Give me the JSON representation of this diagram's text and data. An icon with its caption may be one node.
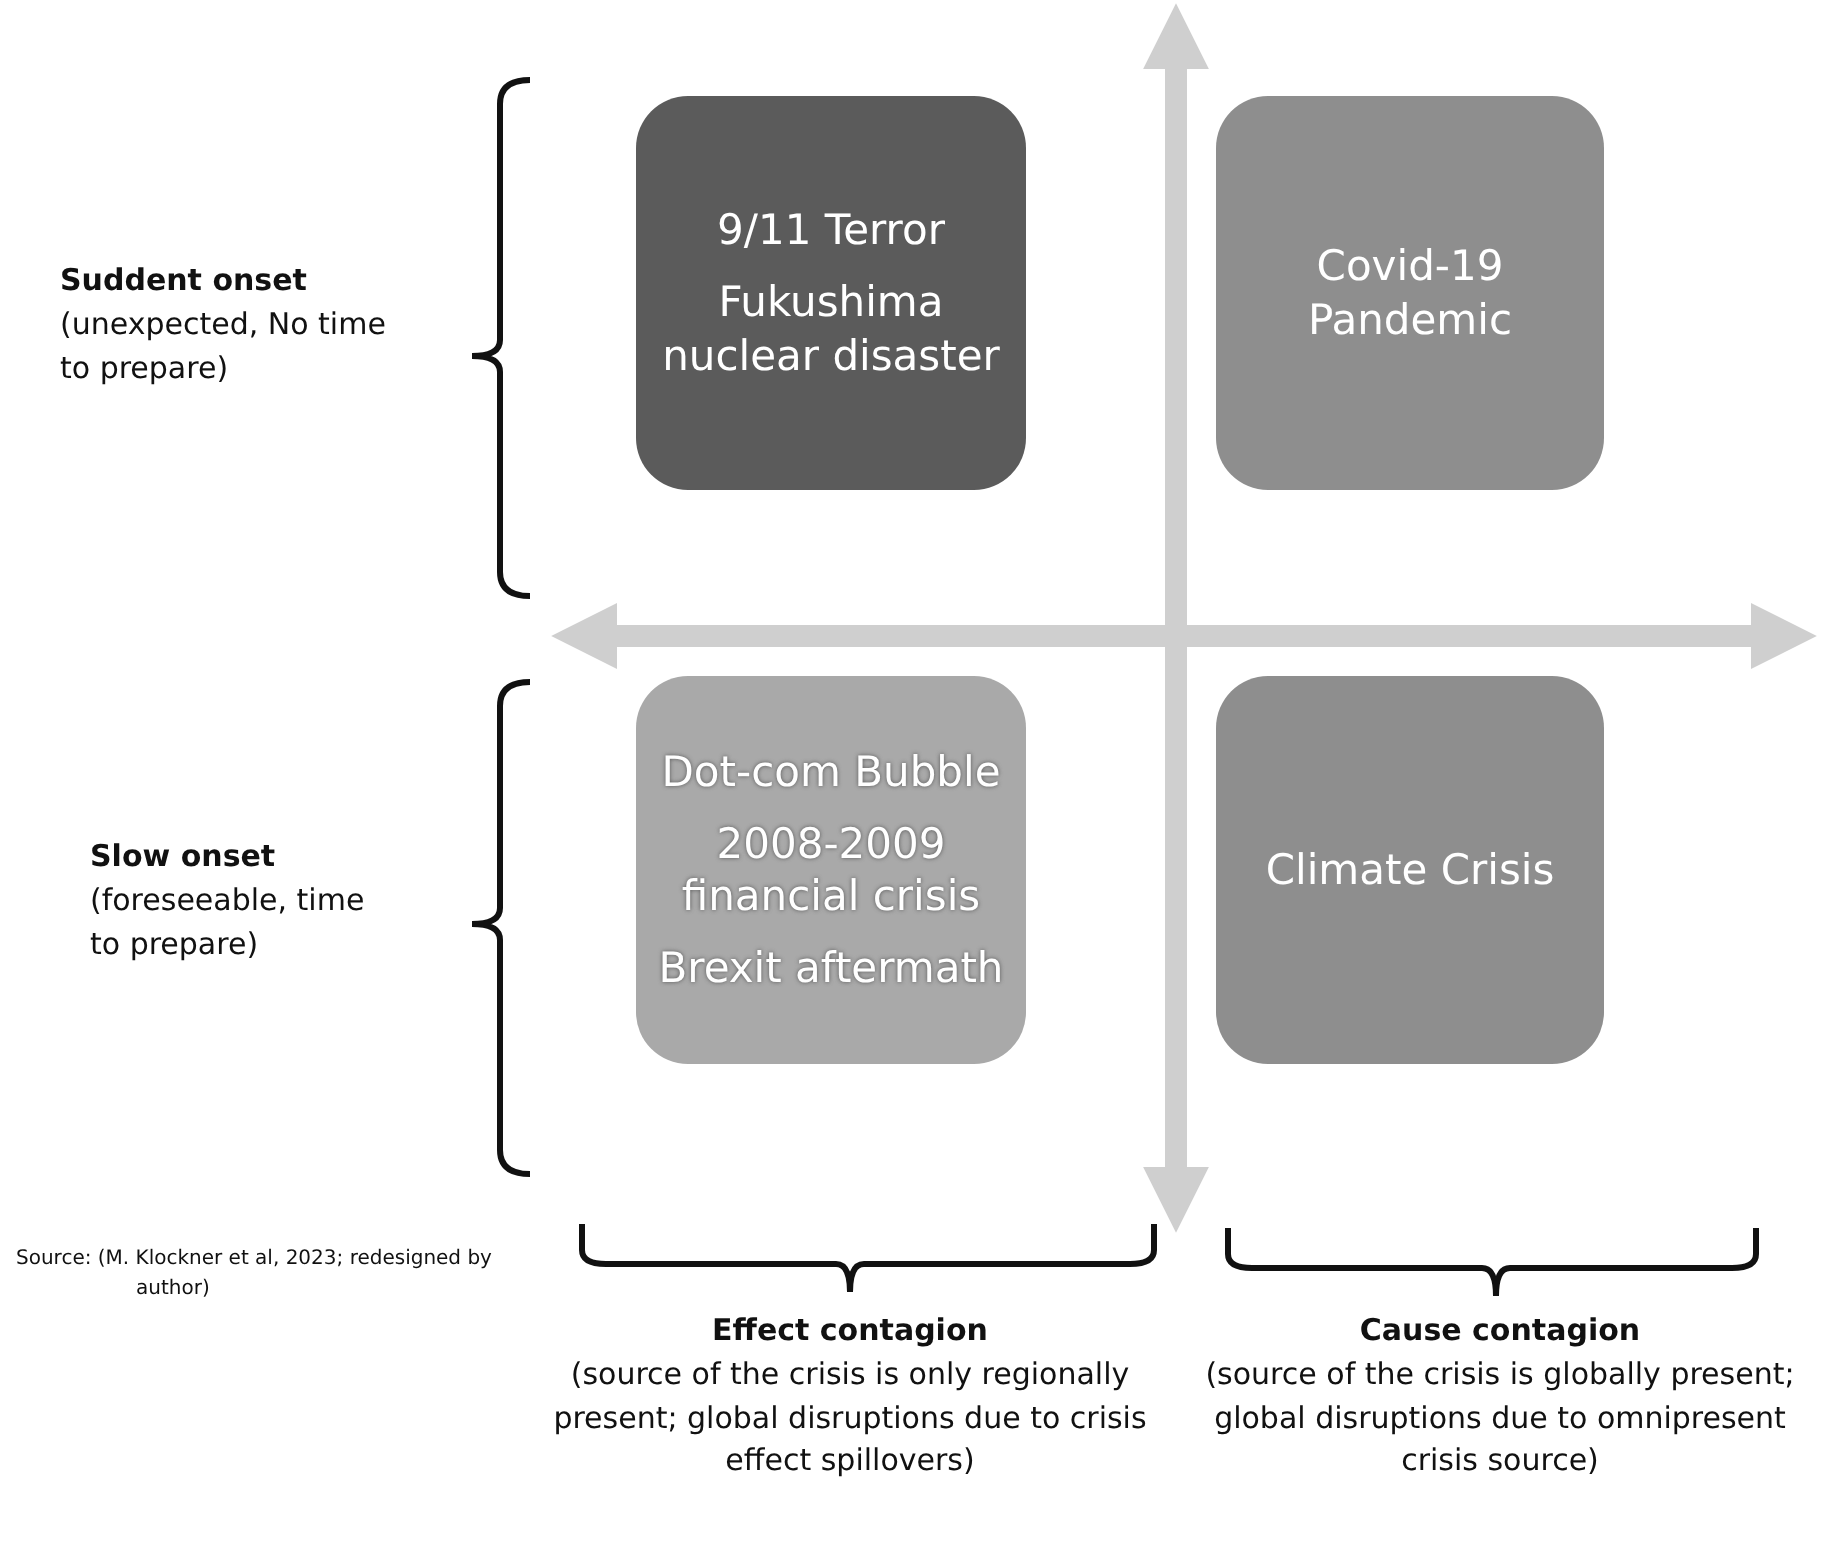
{
  "diagram": {
    "nodes": [
      {
        "text": [
          "9/11 Terror",
          "Fukushima nuclear disaster"
        ]
      },
      {
        "text": [
          "Covid-19 Pandemic"
        ]
      },
      {
        "text": [
          "Dot-com Bubble",
          "2008-2009 financial crisis",
          "Brexit aftermath"
        ]
      },
      {
        "text": [
          "Climate Crisis"
        ]
      }
    ],
    "edges": [],
    "labels": [
      "**Suddent onset** (unexpected, No time to prepare)",
      "**Slow onset** (foreseeable, time to prepare)",
      "Source: (M. Klockner et al, 2023; redesigned by author)",
      "**Effect contagion** (source of the crisis is only regionally present; global disruptions due to crisis effect spillovers)",
      "**Cause contagion** (source of the crisis is globally present; global disruptions due to omnipresent crisis source)"
    ]
  }
}
